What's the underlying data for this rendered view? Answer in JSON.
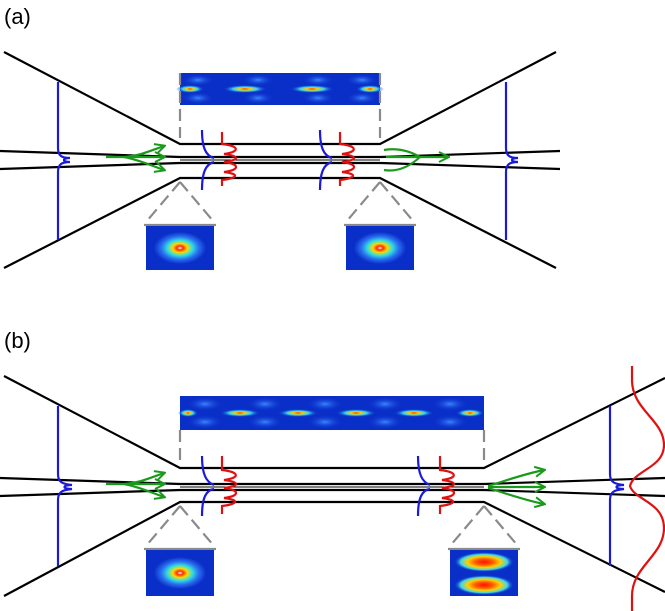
{
  "panels": {
    "a": {
      "label": "(a)"
    },
    "b": {
      "label": "(b)"
    }
  },
  "colors": {
    "outline": "#000000",
    "mode_blue": "#1a1adc",
    "mode_red": "#e01010",
    "arrow_green": "#1a9a1a",
    "guide_gray": "#8a8a8a",
    "field_background": "#0a2fc8",
    "field_hot": "#ff3000"
  },
  "icons": [
    "propagation-arrow",
    "mode-profile-inset",
    "standing-wave-inset"
  ]
}
